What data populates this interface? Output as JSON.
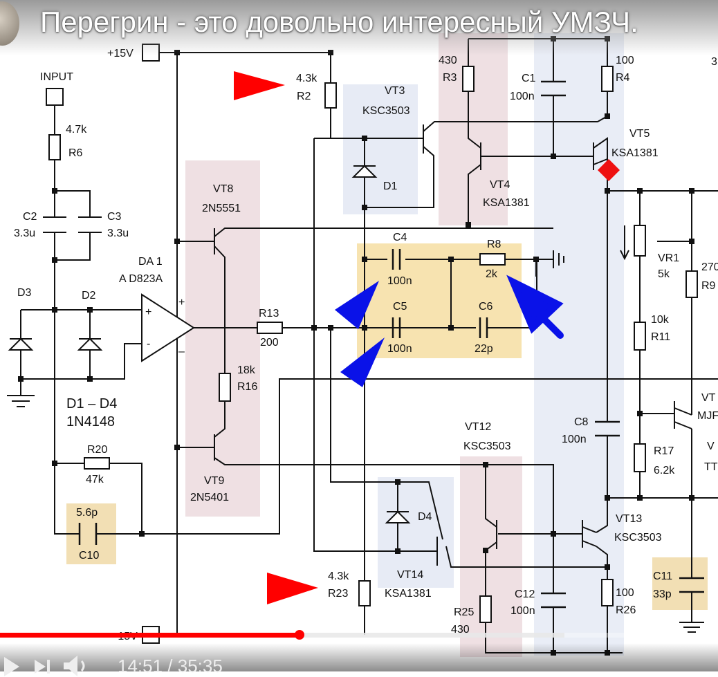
{
  "video": {
    "title": "Перегрин - это довольно интересный УМЗЧ.",
    "time": "14:51 / 35:35",
    "progress_fraction": 0.417
  },
  "schematic": {
    "power": {
      "pos": "+15V",
      "neg": "-15V"
    },
    "input": "INPUT",
    "diodes_note": {
      "line1": "D1 – D4",
      "line2": "1N4148"
    },
    "opamp": {
      "ref": "DA 1",
      "part": "A D823A",
      "plus": "+",
      "minus": "-",
      "pin_plus": "+",
      "pin_minus": "–"
    },
    "transistors": {
      "vt3": {
        "ref": "VT3",
        "part": "KSC3503"
      },
      "vt4": {
        "ref": "VT4",
        "part": "KSA1381"
      },
      "vt5": {
        "ref": "VT5",
        "part": "KSA1381"
      },
      "vt8": {
        "ref": "VT8",
        "part": "2N5551"
      },
      "vt9": {
        "ref": "VT9",
        "part": "2N5401"
      },
      "vt12": {
        "ref": "VT12",
        "part": "KSC3503"
      },
      "vt13": {
        "ref": "VT13",
        "part": "KSC3503"
      },
      "vt14": {
        "ref": "VT14",
        "part": "KSA1381"
      },
      "vt_right_ref": "VT",
      "vt_right_part": "MJF",
      "vt_right2_ref": "V",
      "vt_right2_part": "TT"
    },
    "resistors": {
      "r2": {
        "value": "4.3k",
        "ref": "R2"
      },
      "r3": {
        "value": "430",
        "ref": "R3"
      },
      "r4": {
        "value": "100",
        "ref": "R4"
      },
      "r6": {
        "value": "4.7k",
        "ref": "R6"
      },
      "r8": {
        "ref": "R8",
        "value": "2k"
      },
      "r9": {
        "value": "270",
        "ref": "R9"
      },
      "r11": {
        "value": "10k",
        "ref": "R11"
      },
      "r13": {
        "ref": "R13",
        "value": "200"
      },
      "r16": {
        "value": "18k",
        "ref": "R16"
      },
      "r17": {
        "ref": "R17",
        "value": "6.2k"
      },
      "r20": {
        "ref": "R20",
        "value": "47k"
      },
      "r23": {
        "value": "4.3k",
        "ref": "R23"
      },
      "r25": {
        "ref": "R25",
        "value": "430"
      },
      "r26": {
        "value": "100",
        "ref": "R26"
      },
      "vr1": {
        "ref": "VR1",
        "value": "5k"
      }
    },
    "capacitors": {
      "c1": {
        "ref": "C1",
        "value": "100n"
      },
      "c2": {
        "ref": "C2",
        "value": "3.3u"
      },
      "c3": {
        "ref": "C3",
        "value": "3.3u"
      },
      "c4": {
        "ref": "C4",
        "value": "100n"
      },
      "c5": {
        "ref": "C5",
        "value": "100n"
      },
      "c6": {
        "ref": "C6",
        "value": "22p"
      },
      "c8": {
        "ref": "C8",
        "value": "100n"
      },
      "c10": {
        "value": "5.6p",
        "ref": "C10"
      },
      "c11": {
        "ref": "C11",
        "value": "33p"
      },
      "c12": {
        "ref": "C12",
        "value": "100n"
      }
    },
    "diode_refs": {
      "d1": "D1",
      "d2": "D2",
      "d3": "D3",
      "d4": "D4"
    },
    "edge_fragment": "3"
  },
  "colors": {
    "annotation_red": "#ff0000",
    "annotation_blue": "#0a12e8",
    "highlight_yellow": "#f7e3b0",
    "highlight_pink": "#efe0e3",
    "highlight_blue": "#e7ebf5",
    "progress_red": "#ff0000"
  }
}
